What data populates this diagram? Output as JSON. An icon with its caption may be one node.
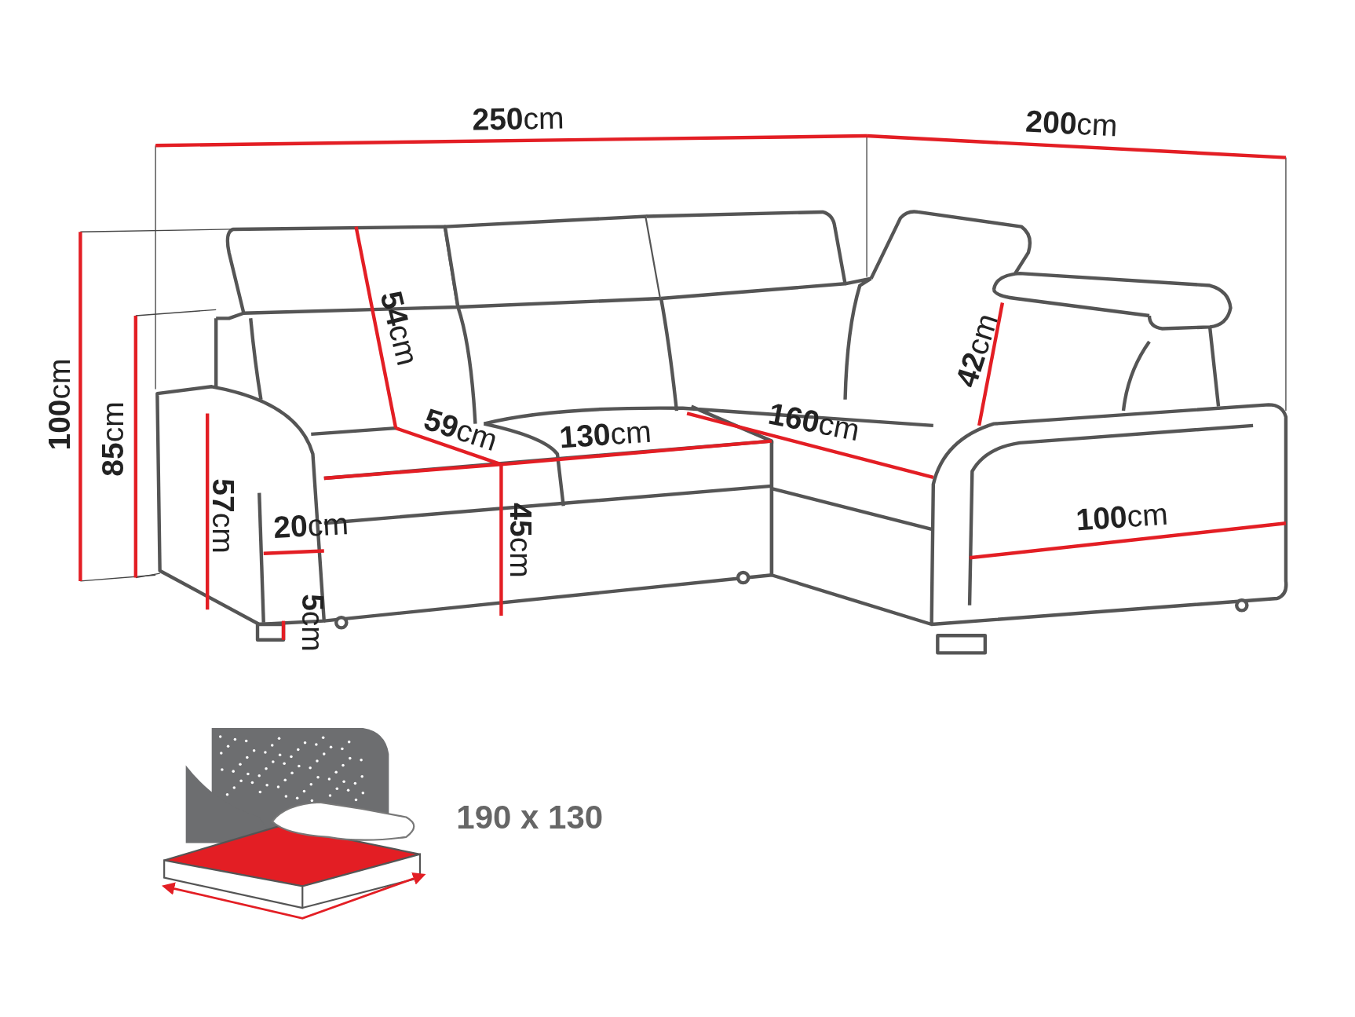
{
  "diagram": {
    "labels": [
      "**250**cm",
      "**200**cm",
      "**54**cm",
      "**100**cm",
      "**85**cm",
      "**42**cm",
      "**59**cm",
      "**130**cm",
      "**160**cm",
      "**57**cm",
      "**20**cm",
      "**45**cm",
      "**100**cm",
      "**5**cm",
      "190 x 130"
    ]
  }
}
